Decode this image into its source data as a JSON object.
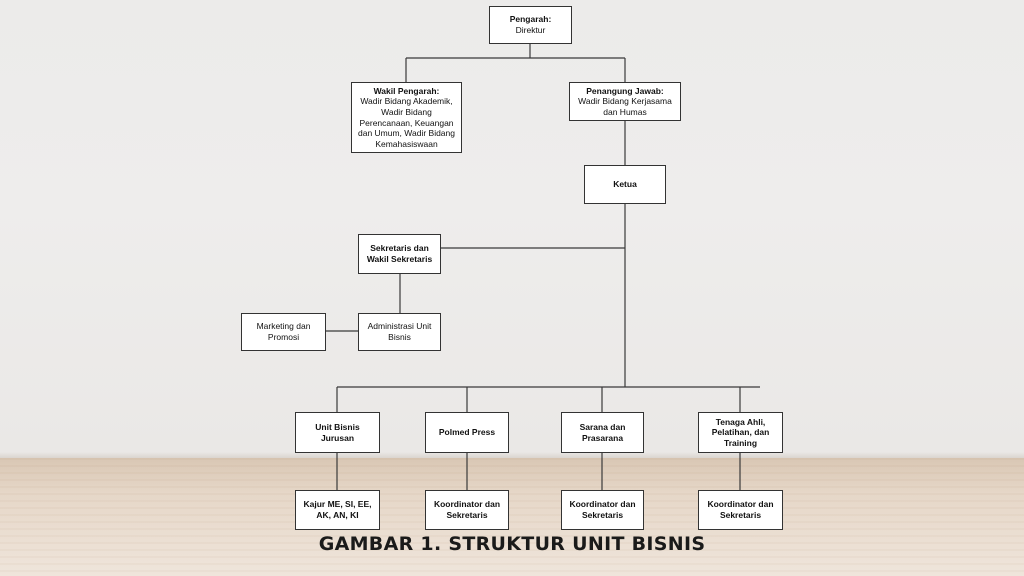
{
  "diagram": {
    "nodes": {
      "pengarah": {
        "title": "Pengarah:",
        "subtitle": "Direktur"
      },
      "wakil_pengarah": {
        "title": "Wakil Pengarah:",
        "subtitle": "Wadir Bidang Akademik, Wadir Bidang Perencanaan, Keuangan dan Umum, Wadir Bidang Kemahasiswaan"
      },
      "penanggung_jawab": {
        "title": "Penangung Jawab:",
        "subtitle": "Wadir Bidang Kerjasama dan Humas"
      },
      "ketua": {
        "title": "Ketua"
      },
      "sekretaris": {
        "title": "Sekretaris dan Wakil Sekretaris"
      },
      "administrasi": {
        "title": "Administrasi Unit Bisnis"
      },
      "marketing": {
        "title": "Marketing dan Promosi"
      },
      "unit_bisnis_jurusan": {
        "title": "Unit Bisnis Jurusan"
      },
      "polmed_press": {
        "title": "Polmed Press"
      },
      "sarana_prasarana": {
        "title": "Sarana dan Prasarana"
      },
      "tenaga_ahli": {
        "title": "Tenaga Ahli, Pelatihan, dan Training"
      },
      "kajur": {
        "title": "Kajur ME, SI, EE, AK, AN, KI"
      },
      "koordinator_1": {
        "title": "Koordinator dan Sekretaris"
      },
      "koordinator_2": {
        "title": "Koordinator dan Sekretaris"
      },
      "koordinator_3": {
        "title": "Koordinator dan Sekretaris"
      }
    }
  },
  "caption": "GAMBAR 1. STRUKTUR UNIT BISNIS"
}
